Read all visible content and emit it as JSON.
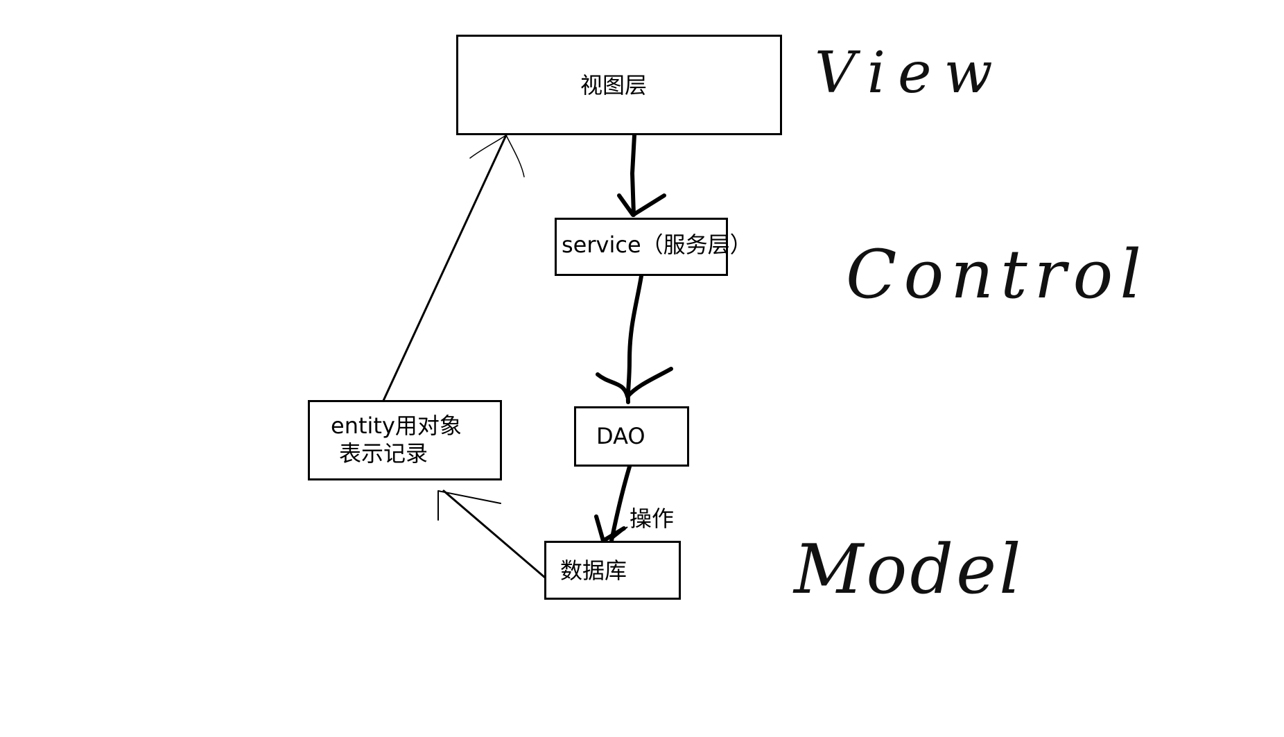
{
  "nodes": {
    "view_layer": "视图层",
    "service_layer": "service（服务层）",
    "dao": "DAO",
    "entity_line1": "entity用对象",
    "entity_line2": "表示记录",
    "database": "数据库"
  },
  "edge_labels": {
    "operate": "操作"
  },
  "mvc_labels": {
    "view": "View",
    "control": "Control",
    "model": "Model"
  }
}
